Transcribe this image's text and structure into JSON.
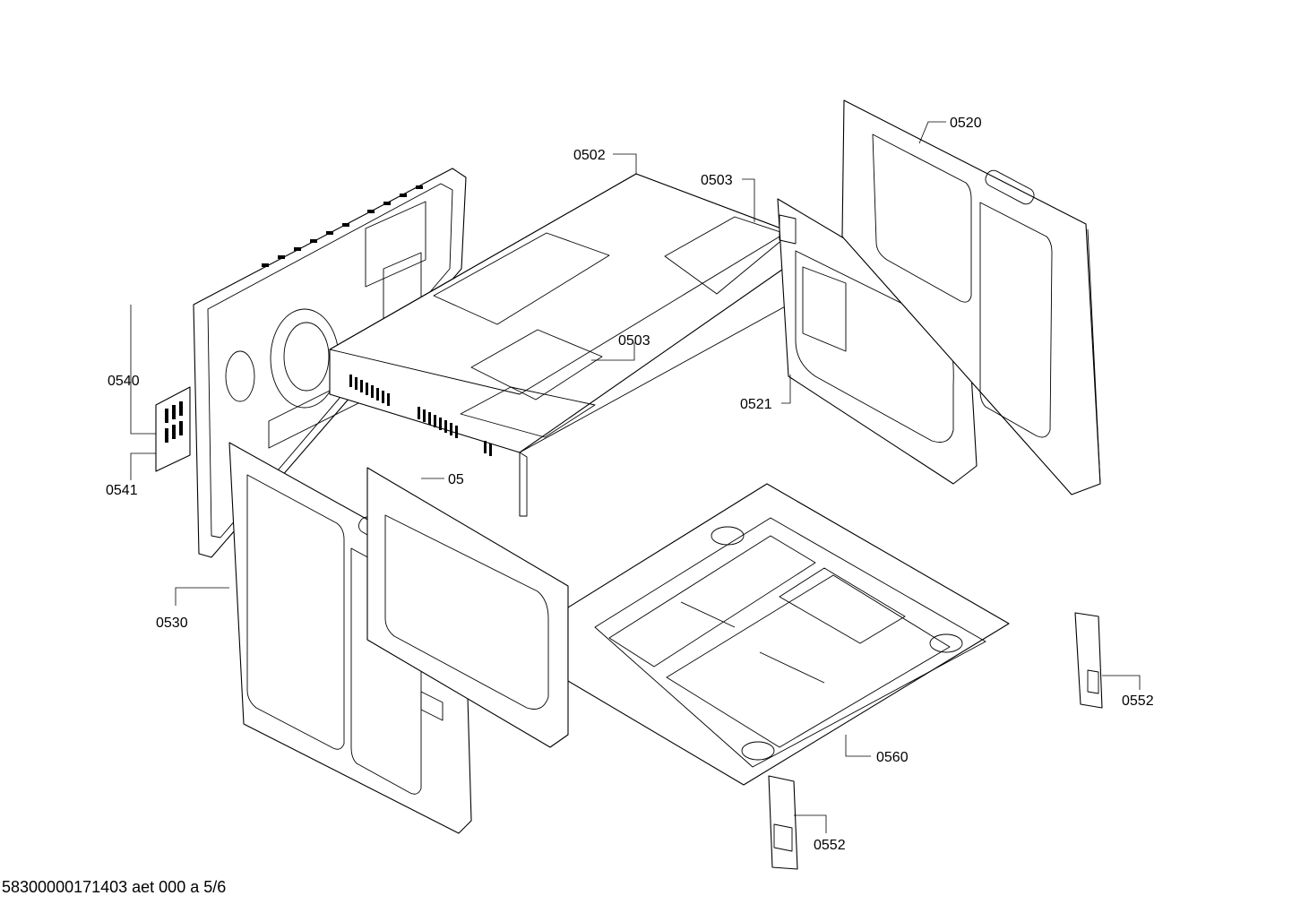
{
  "callouts": {
    "c0502": "0502",
    "c0503_top": "0503",
    "c0503_mid": "0503",
    "c0520": "0520",
    "c0521": "0521",
    "c0540": "0540",
    "c0541": "0541",
    "c0530": "0530",
    "c05xx_partial": "05",
    "c0560": "0560",
    "c0552_right": "0552",
    "c0552_bottom": "0552"
  },
  "document_id": "58300000171403 aet 000 a 5/6"
}
